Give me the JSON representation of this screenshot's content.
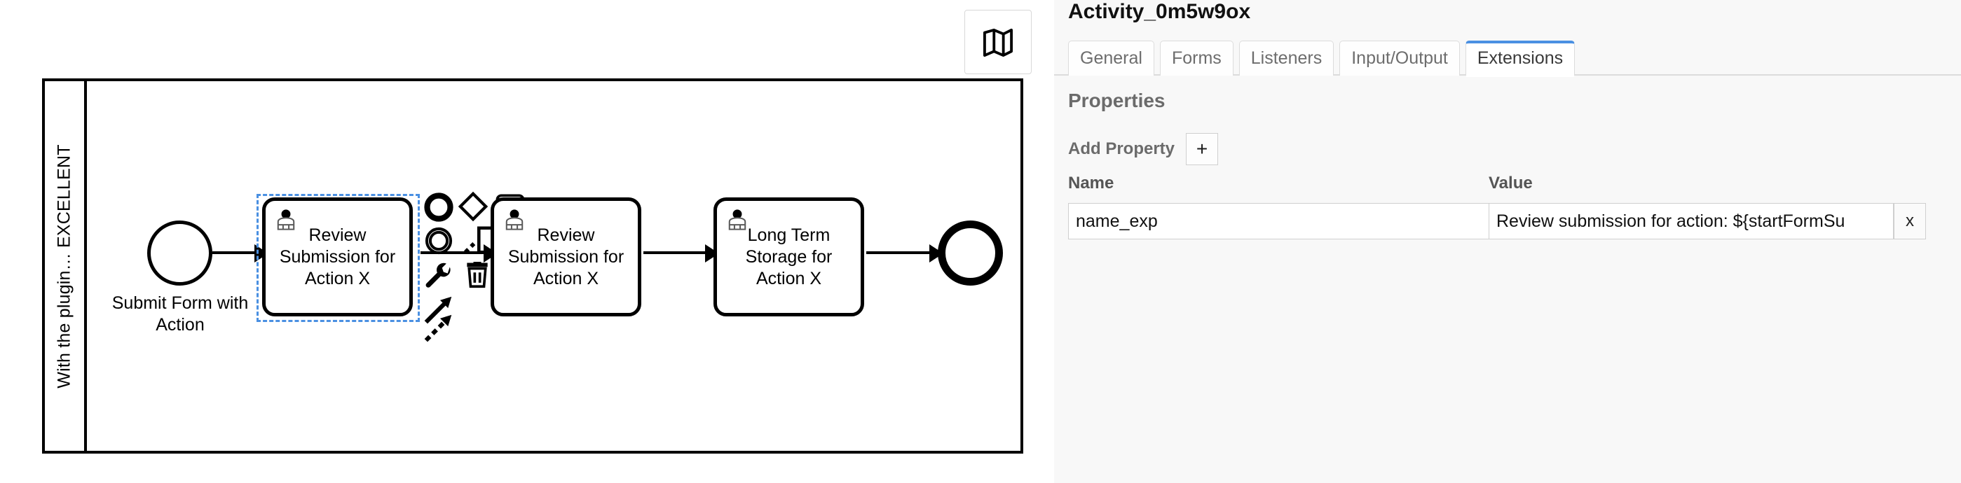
{
  "canvas": {
    "minimap_button_icon": "map-icon",
    "pool": {
      "label": "With the plugin… EXCELLENT"
    },
    "elements": [
      {
        "id": "start",
        "type": "start-event",
        "label": "Submit Form with\nAction"
      },
      {
        "id": "task1",
        "type": "user-task",
        "label": "Review\nSubmission for\nAction X",
        "selected": true
      },
      {
        "id": "task2",
        "type": "user-task",
        "label": "Review\nSubmission for\nAction X",
        "selected": false
      },
      {
        "id": "task3",
        "type": "user-task",
        "label": "Long Term\nStorage for\nAction X",
        "selected": false
      },
      {
        "id": "end",
        "type": "end-event",
        "label": ""
      }
    ],
    "context_pad": [
      {
        "name": "append-end-event-icon"
      },
      {
        "name": "append-gateway-icon"
      },
      {
        "name": "append-task-icon"
      },
      {
        "name": "append-intermediate-event-icon"
      },
      {
        "name": "append-text-annotation-icon"
      },
      {
        "name": "change-type-wrench-icon"
      },
      {
        "name": "delete-trash-icon"
      },
      {
        "name": "connect-arrow-icon"
      },
      {
        "name": "append-dashed-arrow-icon"
      }
    ]
  },
  "panel": {
    "title": "Activity_0m5w9ox",
    "tabs": [
      {
        "label": "General",
        "active": false
      },
      {
        "label": "Forms",
        "active": false
      },
      {
        "label": "Listeners",
        "active": false
      },
      {
        "label": "Input/Output",
        "active": false
      },
      {
        "label": "Extensions",
        "active": true
      }
    ],
    "section_heading": "Properties",
    "add_property_label": "Add Property",
    "add_property_button": "+",
    "table": {
      "headers": {
        "name": "Name",
        "value": "Value"
      },
      "rows": [
        {
          "name": "name_exp",
          "value": "Review submission for action: ${startFormSu",
          "remove_label": "x"
        }
      ]
    }
  },
  "colors": {
    "accent": "#4a90e2",
    "panel_bg": "#f8f8f8",
    "stroke": "#000000"
  }
}
